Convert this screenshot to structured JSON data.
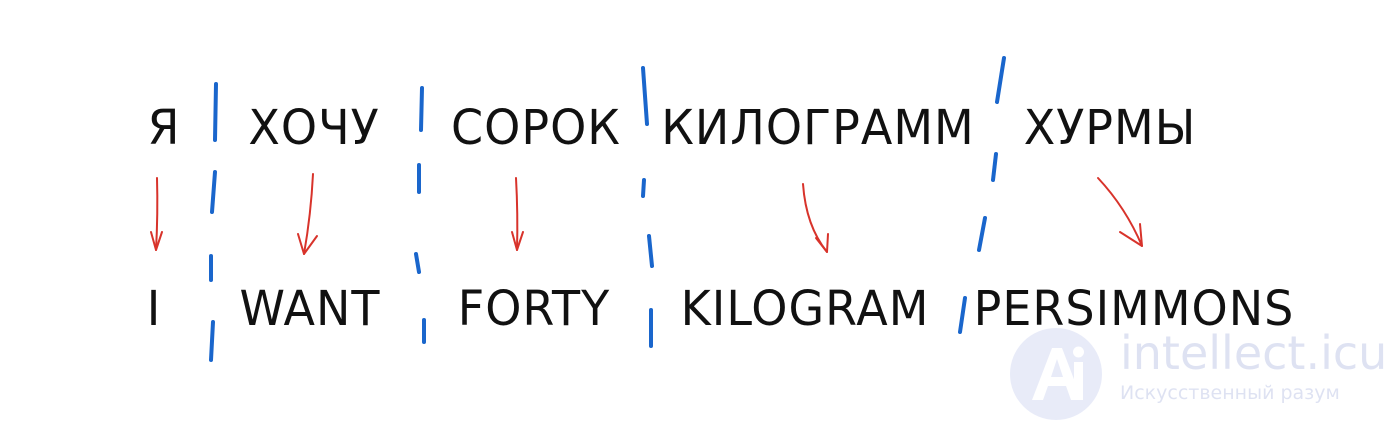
{
  "source_words": [
    "Я",
    "ХОЧУ",
    "СОРОК",
    "КИЛОГРАММ",
    "ХУРМЫ"
  ],
  "target_words": [
    "I",
    "WANT",
    "FORTY",
    "KILOGRAM",
    "PERSIMMONS"
  ],
  "colors": {
    "text": "#111111",
    "divider": "#1a66cc",
    "arrow": "#d8332b",
    "watermark": "#9aa6d8"
  },
  "watermark": {
    "name": "intellect.icu",
    "tagline": "Искусственный разум"
  }
}
